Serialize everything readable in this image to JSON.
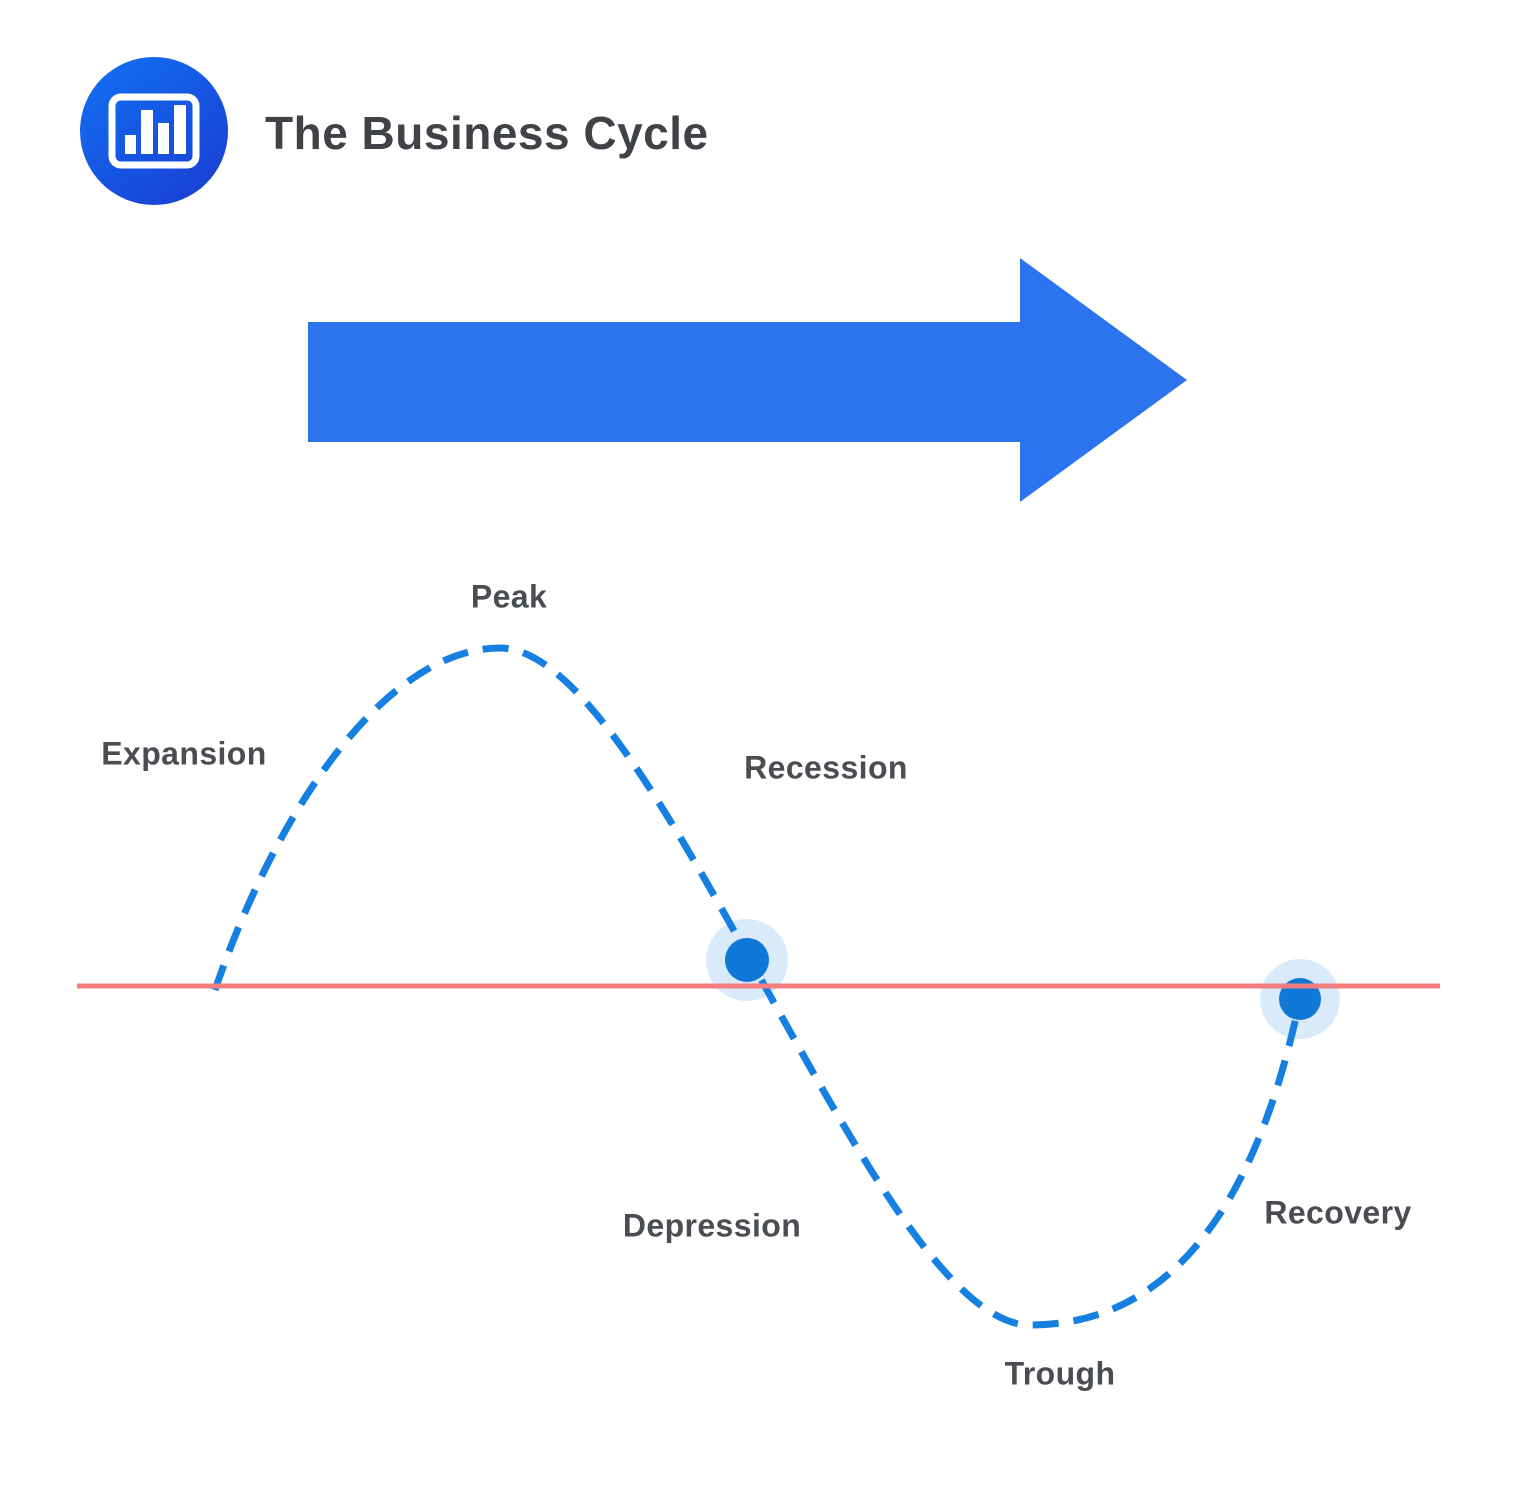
{
  "header": {
    "title": "The Business Cycle",
    "logo_icon": "bar-chart-icon"
  },
  "colors": {
    "arrow": "#2C74ED",
    "curve": "#1580E2",
    "baseline": "#F47E7E",
    "dot": "#0F78D7",
    "halo": "rgba(21,128,226,0.16)",
    "title_text": "#3F4347",
    "label_text": "#4A4E53",
    "logo_gradient_start": "#1272F3",
    "logo_gradient_end": "#1A3BD1",
    "logo_icon_color": "#FFFFFF"
  },
  "diagram": {
    "type": "business-cycle-wave",
    "stages": [
      {
        "id": "expansion",
        "label": "Expansion"
      },
      {
        "id": "peak",
        "label": "Peak"
      },
      {
        "id": "recession",
        "label": "Recession"
      },
      {
        "id": "depression",
        "label": "Depression"
      },
      {
        "id": "trough",
        "label": "Trough"
      },
      {
        "id": "recovery",
        "label": "Recovery"
      }
    ],
    "baseline_marker_count": 2,
    "direction_arrow": "right"
  }
}
